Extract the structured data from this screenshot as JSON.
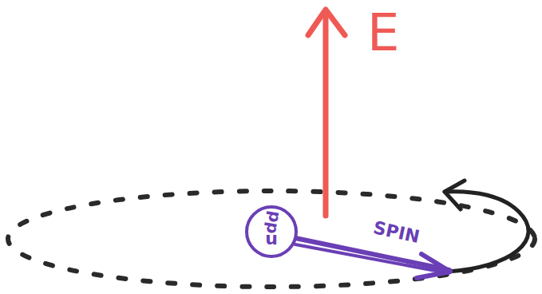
{
  "diagram": {
    "nodes": [
      {
        "text": [
          "dd",
          "u"
        ]
      }
    ],
    "labels": [
      "E",
      "SPIN"
    ]
  }
}
